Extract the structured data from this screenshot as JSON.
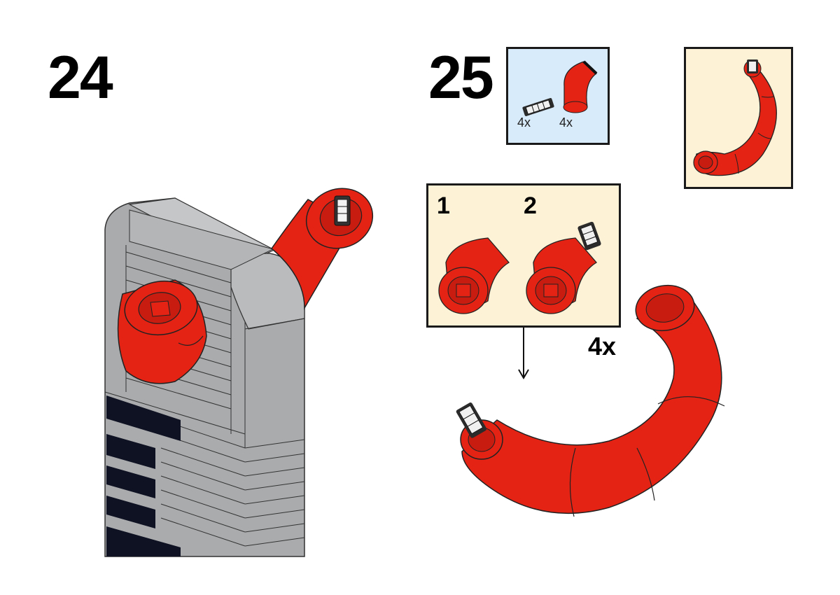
{
  "steps": {
    "step_24": {
      "number": "24"
    },
    "step_25": {
      "number": "25",
      "parts": [
        {
          "name": "axle-connector",
          "quantity": "4x"
        },
        {
          "name": "red-pipe-elbow",
          "quantity": "4x"
        }
      ],
      "substeps": [
        {
          "number": "1"
        },
        {
          "number": "2"
        }
      ],
      "repeat_count": "4x"
    }
  },
  "colors": {
    "brick_red": "#e52314",
    "brick_gray": "#a9abad",
    "brick_gray_light": "#c3c5c7",
    "stripe_black": "#0f1222",
    "parts_box_bg": "#d8ebfb",
    "callout_bg": "#fdf1d6"
  }
}
